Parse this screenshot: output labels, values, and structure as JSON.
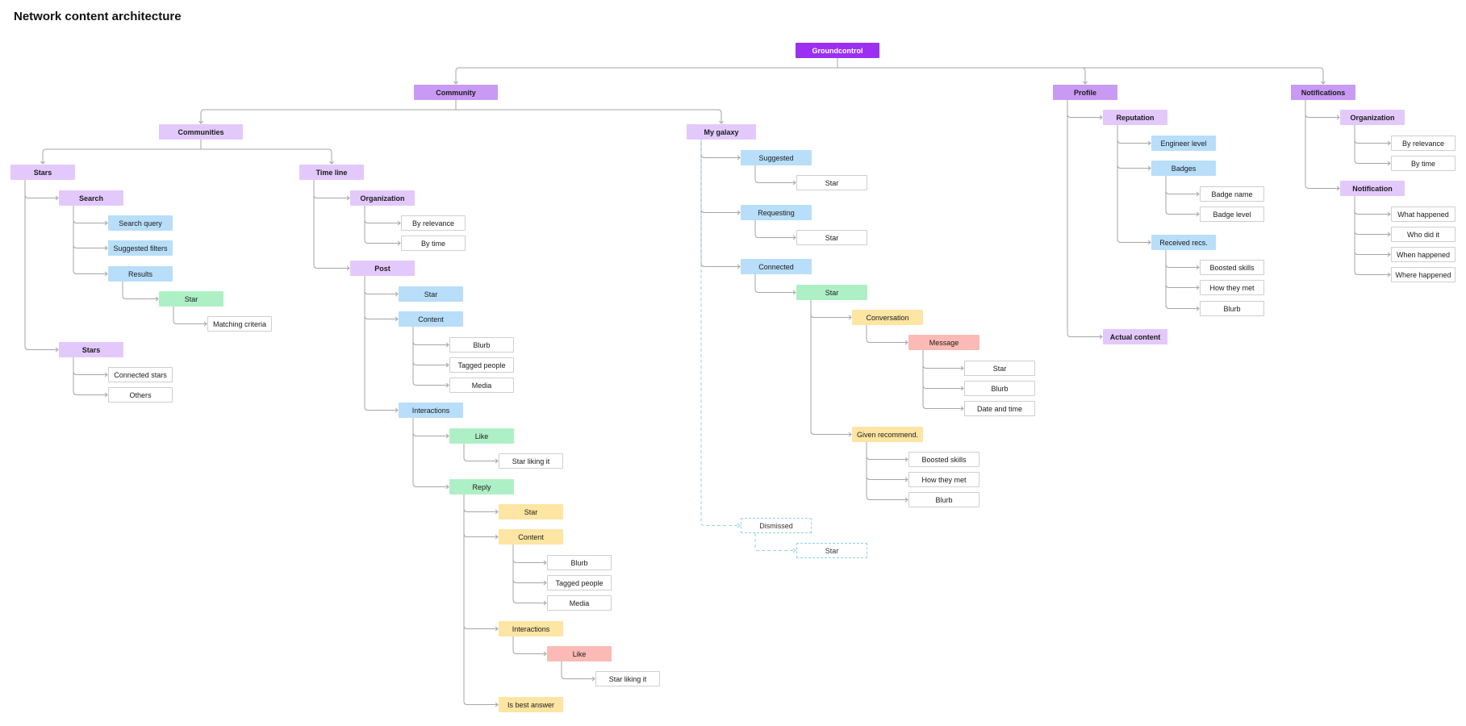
{
  "title": "Network content architecture",
  "nodes": {
    "groundcontrol": "Groundcontrol",
    "community": "Community",
    "profile": "Profile",
    "notifications": "Notifications",
    "communities": "Communities",
    "my_galaxy": "My galaxy",
    "stars": "Stars",
    "time_line": "Time line",
    "search": "Search",
    "search_query": "Search query",
    "suggested_filters": "Suggested filters",
    "results": "Results",
    "results_star": "Star",
    "matching_criteria": "Matching criteria",
    "stars_group": "Stars",
    "connected_stars": "Connected stars",
    "others": "Others",
    "tl_organization": "Organization",
    "tl_by_relevance": "By relevance",
    "tl_by_time": "By time",
    "post": "Post",
    "post_star": "Star",
    "post_content": "Content",
    "post_blurb": "Blurb",
    "post_tagged_people": "Tagged people",
    "post_media": "Media",
    "post_interactions": "Interactions",
    "post_like": "Like",
    "post_star_liking_it": "Star liking it",
    "reply": "Reply",
    "reply_star": "Star",
    "reply_content": "Content",
    "reply_blurb": "Blurb",
    "reply_tagged_people": "Tagged people",
    "reply_media": "Media",
    "reply_interactions": "Interactions",
    "reply_like": "Like",
    "reply_star_liking_it": "Star liking it",
    "is_best_answer": "Is best answer",
    "suggested": "Suggested",
    "suggested_star": "Star",
    "requesting": "Requesting",
    "requesting_star": "Star",
    "connected": "Connected",
    "connected_star": "Star",
    "conversation": "Conversation",
    "message": "Message",
    "message_star": "Star",
    "message_blurb": "Blurb",
    "message_date_time": "Date and time",
    "given_recommend": "Given recommend.",
    "gr_boosted_skills": "Boosted skills",
    "gr_how_they_met": "How they met",
    "gr_blurb": "Blurb",
    "dismissed": "Dismissed",
    "dismissed_star": "Star",
    "reputation": "Reputation",
    "engineer_level": "Engineer level",
    "badges": "Badges",
    "badge_name": "Badge name",
    "badge_level": "Badge level",
    "received_recs": "Received recs.",
    "rr_boosted_skills": "Boosted skills",
    "rr_how_they_met": "How they met",
    "rr_blurb": "Blurb",
    "actual_content": "Actual content",
    "notif_organization": "Organization",
    "notif_by_relevance": "By relevance",
    "notif_by_time": "By time",
    "notification": "Notification",
    "what_happened": "What happened",
    "who_did_it": "Who did it",
    "when_happened": "When happened",
    "where_happened": "Where happened"
  },
  "colors": {
    "root": "#9b30f2",
    "level1": "#c99af4",
    "level2": "#e3c9fb",
    "blue": "#b8def9",
    "green": "#aef0c6",
    "yellow": "#fde5a3",
    "red": "#fbbab5",
    "connector": "#a6a6a6",
    "dashed_connector": "#8fd2e6"
  }
}
